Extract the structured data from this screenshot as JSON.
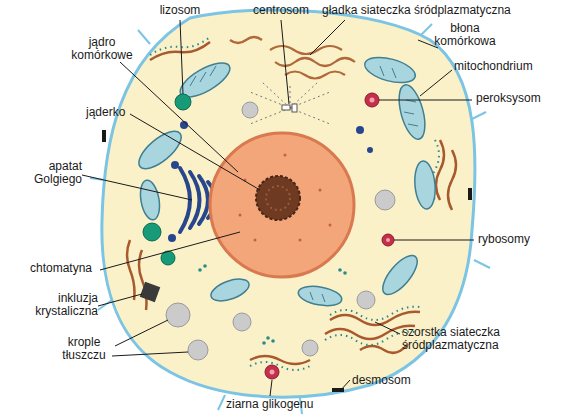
{
  "diagram": {
    "labels": [
      "lizosom",
      "centrosom",
      "gładka siateczka śródplazmatyczna",
      "błona komórkowa",
      "jądro komórkowe",
      "mitochondrium",
      "jąderko",
      "peroksysom",
      "apatat Golgiego",
      "rybosomy",
      "chtomatyna",
      "inkluzja krystaliczna",
      "krople tłuszczu",
      "szorstka siateczka śródplazmatyczna",
      "desmosom",
      "ziarna glikogenu"
    ]
  }
}
